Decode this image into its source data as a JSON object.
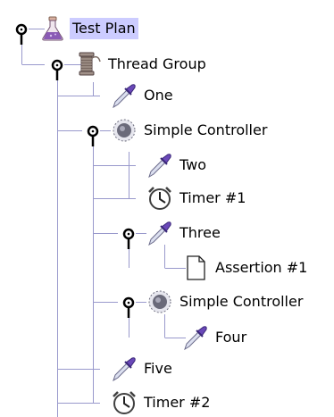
{
  "tree": {
    "nodes": [
      {
        "label": "Test Plan",
        "icon": "flask-icon",
        "expanded": true,
        "selected": true
      },
      {
        "label": "Thread Group",
        "icon": "spool-icon",
        "expanded": true
      },
      {
        "label": "One",
        "icon": "pipette-icon"
      },
      {
        "label": "Simple Controller",
        "icon": "controller-icon",
        "expanded": true
      },
      {
        "label": "Two",
        "icon": "pipette-icon"
      },
      {
        "label": "Timer #1",
        "icon": "timer-icon"
      },
      {
        "label": "Three",
        "icon": "pipette-icon",
        "expanded": true
      },
      {
        "label": "Assertion #1",
        "icon": "document-icon"
      },
      {
        "label": "Simple Controller",
        "icon": "controller-icon",
        "expanded": true
      },
      {
        "label": "Four",
        "icon": "pipette-icon"
      },
      {
        "label": "Five",
        "icon": "pipette-icon"
      },
      {
        "label": "Timer #2",
        "icon": "timer-icon"
      }
    ]
  },
  "colors": {
    "selection": "#ccccff",
    "tree_line": "#9999cc",
    "expander": "#000000"
  }
}
